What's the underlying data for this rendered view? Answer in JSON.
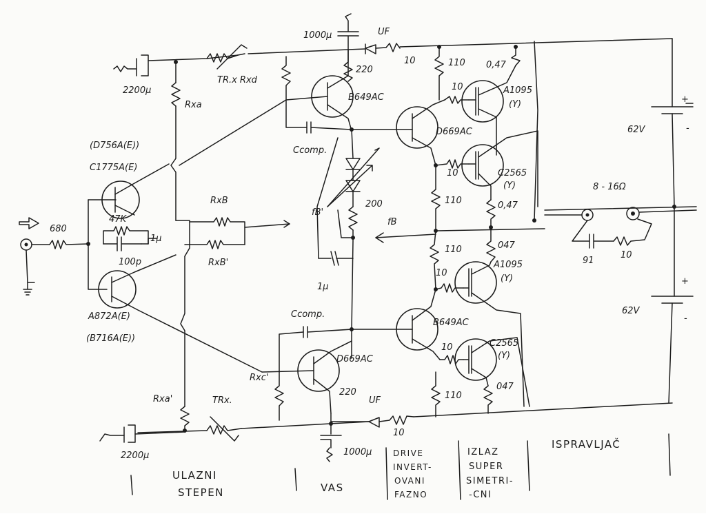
{
  "labels": {
    "c_in_pos": "2200μ",
    "rxa_top": "Rxa",
    "trx_top": "TR.x Rxd",
    "pair_top_a": "(D756A(E))",
    "pair_top_b": "C1775A(E)",
    "r_in": "680",
    "r_fb": "47K",
    "c_fb": "1μ",
    "c_in": "100p",
    "pair_bot_a": "A872A(E)",
    "pair_bot_b": "(B716A(E))",
    "rxb": "RxB",
    "rxb2": "RxB'",
    "c_top": "1000μ",
    "uf_top": "UF",
    "r10_top": "10",
    "r220_top": "220",
    "q_vas_top": "B649AC",
    "ccomp_top": "Ccomp.",
    "q_drv_top": "D669AC",
    "fb_left": "fB'",
    "r200": "200",
    "fb_right": "fB",
    "c_1m": "1μ",
    "r110_a": "110",
    "r10_a": "10",
    "re_a": "0,47",
    "q_out1": "A1095",
    "q_out1_s": "(Y)",
    "r10_b": "10",
    "q_out2": "C2565",
    "q_out2_s": "(Y)",
    "r110_b": "110",
    "re_b": "0,47",
    "ps_top": "62V",
    "load": "8 - 16Ω",
    "zobel_c": "91",
    "zobel_r": "10",
    "r110_c": "110",
    "re_c": "047",
    "r10_c": "10",
    "q_out3": "A1095",
    "q_out3_s": "(Y)",
    "ps_bot": "62V",
    "ccomp_bot": "Ccomp.",
    "q_drv_bot": "B649AC",
    "rxc": "Rxc'",
    "q_vas_bot": "D669AC",
    "r10_d": "10",
    "q_out4": "C2565",
    "q_out4_s": "(Y)",
    "rxa_bot": "Rxa'",
    "trx_bot": "TRx.",
    "r220_bot": "220",
    "uf_bot": "UF",
    "r10_bot": "10",
    "r110_d": "110",
    "re_d": "047",
    "c_in_neg": "2200μ",
    "c_bot": "1000μ",
    "plus_top": "+",
    "minus_top": "-",
    "plus_bot": "+",
    "minus_bot": "-"
  },
  "sections": {
    "input": [
      "ULAZNI",
      "STEPEN"
    ],
    "vas": [
      "VAS"
    ],
    "driver": [
      "DRIVE",
      "INVERT-",
      "OVANI",
      "FAZNO"
    ],
    "output": [
      "IZLAZ",
      "SUPER",
      "SIMETRI-",
      "-CNI"
    ],
    "supply": [
      "ISPRAVLJAČ"
    ]
  }
}
